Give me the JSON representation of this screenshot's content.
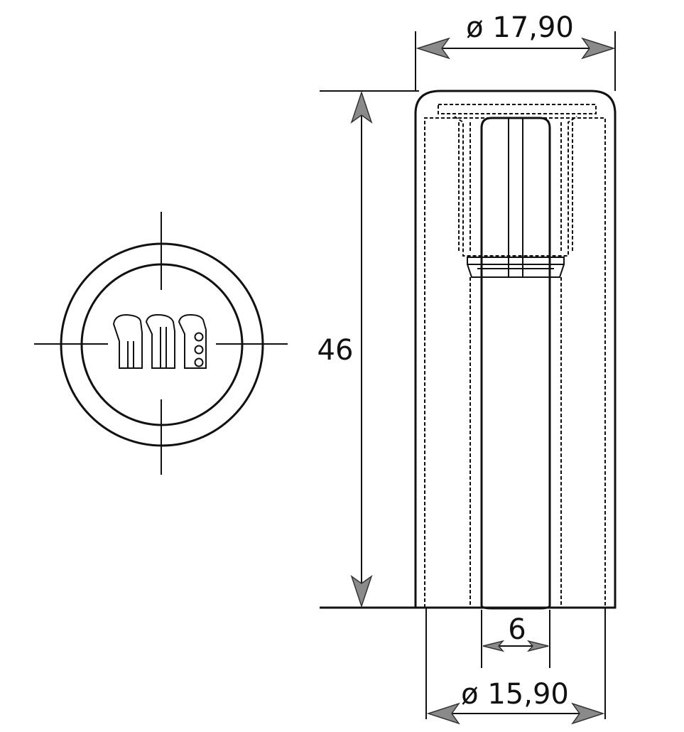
{
  "dimensions": {
    "top_diameter": "ø 17,90",
    "height": "46",
    "bore": "6",
    "bottom_diameter": "ø 15,90"
  },
  "colors": {
    "line": "#111111",
    "arrow_fill": "#8a8a8a",
    "background": "#ffffff"
  }
}
